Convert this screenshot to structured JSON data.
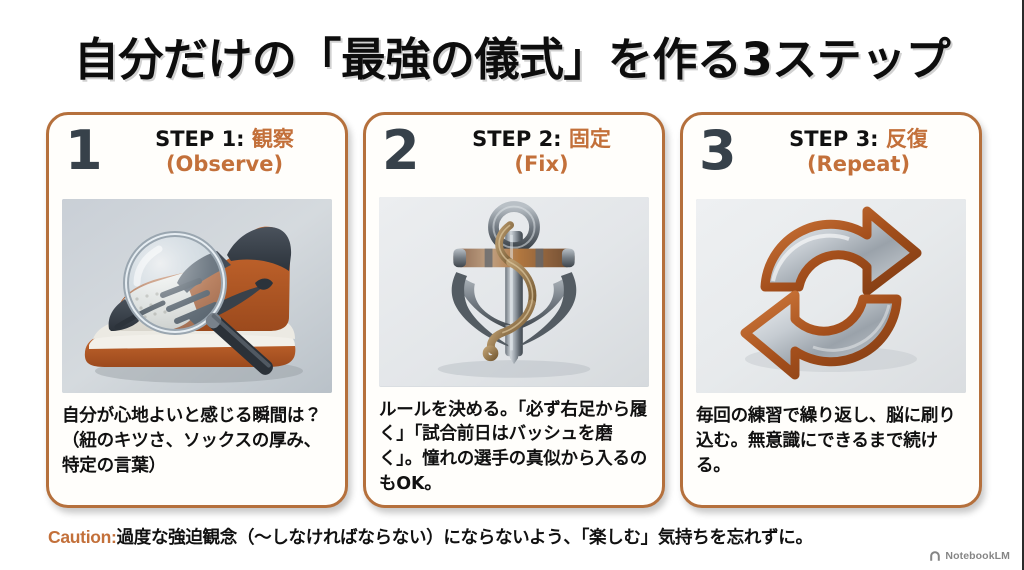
{
  "slide": {
    "title": "自分だけの「最強の儀式」を作る3ステップ",
    "accent_color": "#c3703a",
    "border_color": "#b5703c",
    "number_color": "#37414a",
    "background_color": "#ffffff"
  },
  "cards": [
    {
      "number": "1",
      "step_prefix": "STEP 1: ",
      "step_jp": "観察",
      "step_en": "(Observe)",
      "image_name": "sneaker-with-magnifying-glass-image",
      "body": "自分が心地よいと感じる瞬間は？（紐のキツさ、ソックスの厚み、特定の言葉）"
    },
    {
      "number": "2",
      "step_prefix": "STEP 2: ",
      "step_jp": "固定",
      "step_en": "(Fix)",
      "image_name": "anchor-with-rope-image",
      "body": "ルールを決める。「必ず右足から履く」「試合前日はバッシュを磨く」。憧れの選手の真似から入るのもOK。"
    },
    {
      "number": "3",
      "step_prefix": "STEP 3: ",
      "step_jp": "反復",
      "step_en": "(Repeat)",
      "image_name": "circular-repeat-arrows-image",
      "body": "毎回の練習で繰り返し、脳に刷り込む。無意識にできるまで続ける。"
    }
  ],
  "footer": {
    "caution_label": "Caution:",
    "caution_text": "過度な強迫観念（〜しなければならない）にならないよう、「楽しむ」気持ちを忘れずに。"
  },
  "watermark": {
    "label": "NotebookLM",
    "icon": "notebooklm-logo-icon"
  }
}
